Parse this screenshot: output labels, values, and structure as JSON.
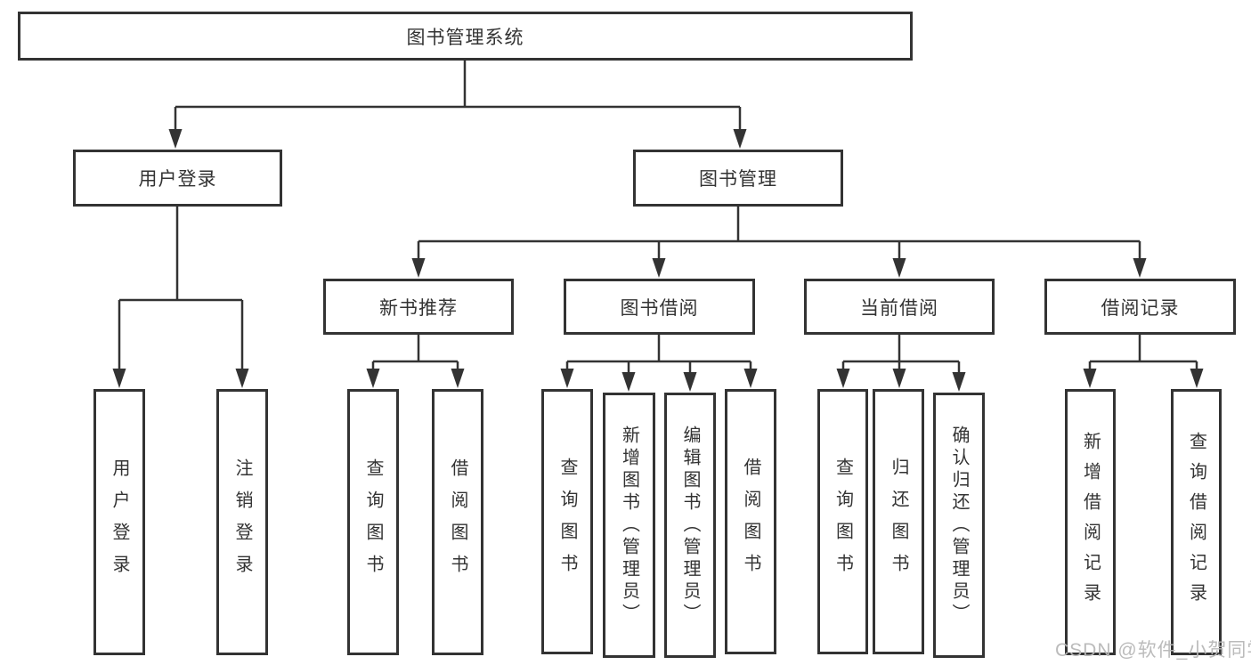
{
  "title": "图书管理系统",
  "tree": {
    "label": "图书管理系统",
    "children": [
      {
        "label": "用户登录",
        "children": [
          {
            "label": "用户登录"
          },
          {
            "label": "注销登录"
          }
        ]
      },
      {
        "label": "图书管理",
        "children": [
          {
            "label": "新书推荐",
            "children": [
              {
                "label": "查询图书"
              },
              {
                "label": "借阅图书"
              }
            ]
          },
          {
            "label": "图书借阅",
            "children": [
              {
                "label": "查询图书"
              },
              {
                "label": "新增图书（管理员）"
              },
              {
                "label": "编辑图书（管理员）"
              },
              {
                "label": "借阅图书"
              }
            ]
          },
          {
            "label": "当前借阅",
            "children": [
              {
                "label": "查询图书"
              },
              {
                "label": "归还图书"
              },
              {
                "label": "确认归还（管理员）"
              }
            ]
          },
          {
            "label": "借阅记录",
            "children": [
              {
                "label": "新增借阅记录"
              },
              {
                "label": "查询借阅记录"
              }
            ]
          }
        ]
      }
    ]
  },
  "watermark": "CSDN @软件_小贺同学",
  "colors": {
    "line": "#333333",
    "box_background": "#ffffff",
    "text": "#333333",
    "watermark": "#b7b7b7"
  }
}
